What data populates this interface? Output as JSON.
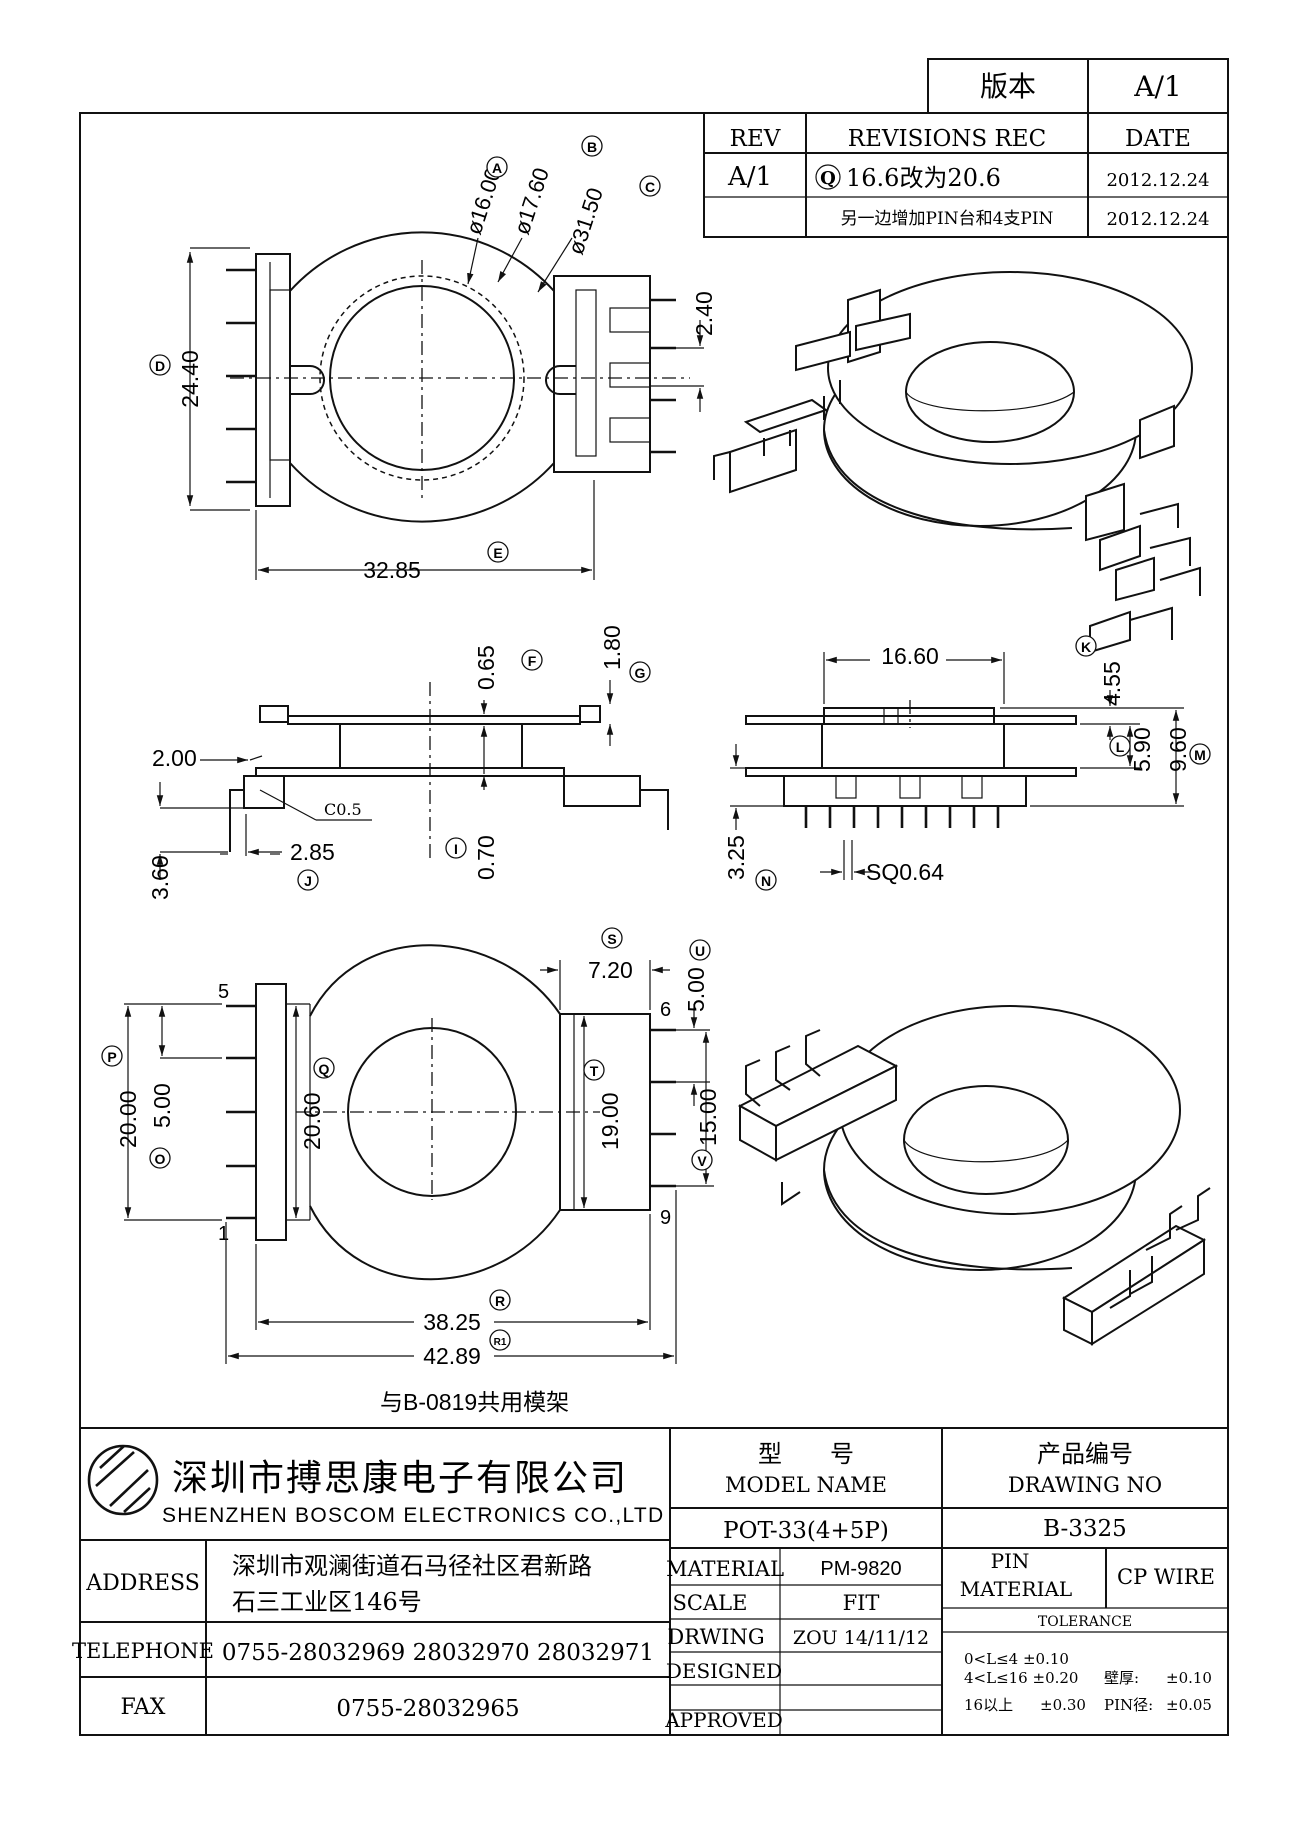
{
  "version_box": {
    "label": "版本",
    "value": "A/1"
  },
  "revisions": {
    "headers": {
      "rev": "REV",
      "rec": "REVISIONS REC",
      "date": "DATE"
    },
    "rows": [
      {
        "rev": "A/1",
        "marker": "Q",
        "text": "16.6改为20.6",
        "date": "2012.12.24"
      },
      {
        "rev": "",
        "marker": "",
        "text": "另一边增加PIN台和4支PIN",
        "date": "2012.12.24"
      }
    ]
  },
  "top_view": {
    "dims": {
      "d16": "ø16.00",
      "d17": "ø17.60",
      "d31": "ø31.50",
      "h24": "24.40",
      "w32": "32.85",
      "p240": "2.40"
    },
    "markers": {
      "a": "A",
      "b": "B",
      "c": "C",
      "d": "D",
      "e": "E"
    }
  },
  "side_view": {
    "dims": {
      "d065": "0.65",
      "d180": "1.80",
      "d200": "2.00",
      "c05": "C0.5",
      "d285": "2.85",
      "d070": "0.70",
      "d360": "3.60"
    },
    "markers": {
      "f": "F",
      "g": "G",
      "i": "I",
      "j": "J"
    }
  },
  "front_view": {
    "dims": {
      "d1660": "16.60",
      "d455": "4.55",
      "d590": "5.90",
      "d960": "9.60",
      "d325": "3.25",
      "sq": "SQ0.64"
    },
    "markers": {
      "k": "K",
      "l": "L",
      "m": "M",
      "n": "N"
    }
  },
  "bottom_view": {
    "dims": {
      "d720": "7.20",
      "d500r": "5.00",
      "d2000": "20.00",
      "d500l": "5.00",
      "d2060": "20.60",
      "d1900": "19.00",
      "d1500": "15.00",
      "d3825": "38.25",
      "d4289": "42.89"
    },
    "markers": {
      "s": "S",
      "u": "U",
      "p": "P",
      "o": "O",
      "q": "Q",
      "t": "T",
      "v": "V",
      "r": "R",
      "r1": "R1"
    },
    "pins": {
      "p5": "5",
      "p1": "1",
      "p6": "6",
      "p9": "9"
    }
  },
  "note": "与B-0819共用模架",
  "title_block": {
    "company_cn": "深圳市搏思康电子有限公司",
    "company_en": "SHENZHEN BOSCOM ELECTRONICS CO.,LTD",
    "address_label": "ADDRESS",
    "address_line1": "深圳市观澜街道石马径社区君新路",
    "address_line2": "石三工业区146号",
    "telephone_label": "TELEPHONE",
    "telephone": "0755-28032969 28032970 28032971",
    "fax_label": "FAX",
    "fax": "0755-28032965",
    "model_cn": "型　　号",
    "model_en": "MODEL NAME",
    "model_value": "POT-33(4+5P)",
    "drawing_cn": "产品编号",
    "drawing_en": "DRAWING NO",
    "drawing_value": "B-3325",
    "material_label": "MATERIAL",
    "material_value": "PM-9820",
    "scale_label": "SCALE",
    "scale_value": "FIT",
    "drwing_label": "DRWING",
    "drwing_value": "ZOU 14/11/12",
    "designed_label": "DESIGNED",
    "approved_label": "APPROVED",
    "pin_material_line1": "PIN",
    "pin_material_line2": "MATERIAL",
    "pin_material_value": "CP WIRE",
    "tolerance_title": "TOLERANCE",
    "tol1": "0<L≤4 ±0.10",
    "tol2": "4<L≤16 ±0.20",
    "tol3": "16以上",
    "tol3v": "±0.30",
    "wall": "壁厚:",
    "wallv": "±0.10",
    "pinr": "PIN径:",
    "pinrv": "±0.05"
  }
}
